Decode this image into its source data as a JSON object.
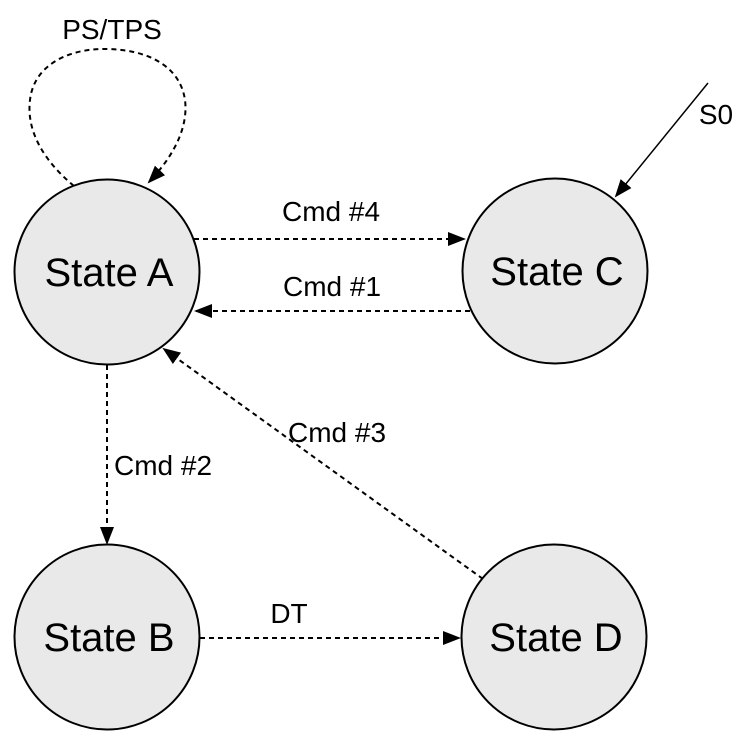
{
  "diagram": {
    "type": "state-machine",
    "colors": {
      "node_fill": "#e9e9e9",
      "node_stroke": "#000000",
      "edge_color": "#000000",
      "background": "#ffffff"
    },
    "nodes": [
      {
        "id": "A",
        "label": "State A"
      },
      {
        "id": "B",
        "label": "State B"
      },
      {
        "id": "C",
        "label": "State C"
      },
      {
        "id": "D",
        "label": "State D"
      }
    ],
    "edges": [
      {
        "label": "PS/TPS",
        "from": "State A",
        "to": "State A",
        "style": "dashed"
      },
      {
        "label": "Cmd #4",
        "from": "State A",
        "to": "State C",
        "style": "dashed"
      },
      {
        "label": "Cmd #1",
        "from": "State C",
        "to": "State A",
        "style": "dashed"
      },
      {
        "label": "Cmd #2",
        "from": "State A",
        "to": "State B",
        "style": "dashed"
      },
      {
        "label": "Cmd #3",
        "from": "State D",
        "to": "State A",
        "style": "dashed"
      },
      {
        "label": "DT",
        "from": "State B",
        "to": "State D",
        "style": "dashed"
      },
      {
        "label": "S0",
        "from": "start",
        "to": "State C",
        "style": "solid"
      }
    ]
  }
}
